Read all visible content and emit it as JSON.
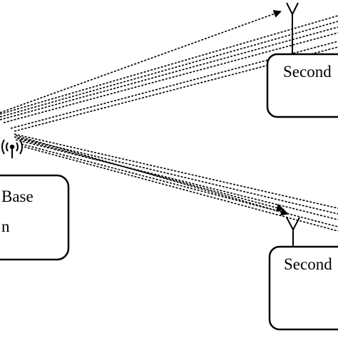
{
  "diagram": {
    "base_station": {
      "label_line1": "Base",
      "label_line2": "n"
    },
    "secondary_top": {
      "label": "Second"
    },
    "secondary_bottom": {
      "label": "Second"
    }
  }
}
